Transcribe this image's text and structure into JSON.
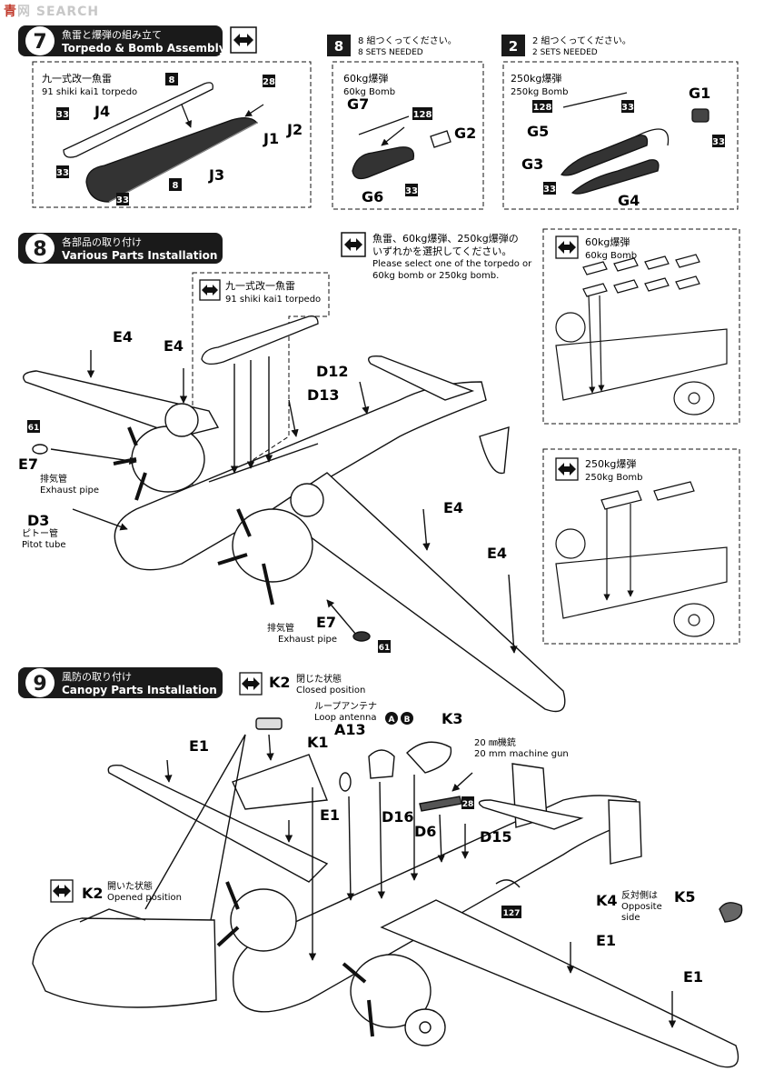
{
  "watermark": {
    "prefix": "青",
    "suffix": "网",
    "brand": "SEARCH"
  },
  "step7": {
    "number": "7",
    "title_jp": "魚雷と爆弾の組み立て",
    "title_en": "Torpedo & Bomb Assembly",
    "torpedo_label_jp": "九一式改一魚雷",
    "torpedo_label_en": "91 shiki kai1 torpedo",
    "torpedo_parts": [
      "J4",
      "J3",
      "J1",
      "J2"
    ],
    "callouts": [
      "8",
      "28",
      "33",
      "33",
      "8",
      "33"
    ],
    "bomb60_multiplier": "8",
    "bomb60_sets_jp": "8 組つくってください。",
    "bomb60_sets_en": "8 SETS NEEDED",
    "bomb60_label_jp": "60kg爆弾",
    "bomb60_label_en": "60kg Bomb",
    "bomb60_parts": [
      "G7",
      "G2",
      "G6"
    ],
    "bomb60_callouts": [
      "128",
      "33"
    ],
    "bomb250_multiplier": "2",
    "bomb250_sets_jp": "2 組つくってください。",
    "bomb250_sets_en": "2 SETS NEEDED",
    "bomb250_label_jp": "250kg爆弾",
    "bomb250_label_en": "250kg Bomb",
    "bomb250_parts": [
      "G1",
      "G5",
      "G3",
      "G4"
    ],
    "bomb250_callouts": [
      "128",
      "33",
      "33",
      "33"
    ]
  },
  "step8": {
    "number": "8",
    "title_jp": "各部品の取り付け",
    "title_en": "Various Parts Installation",
    "select_jp_1": "魚雷、60kg爆弾、250kg爆弾の",
    "select_jp_2": "いずれかを選択してください。",
    "select_en_1": "Please select one of the torpedo or",
    "select_en_2": "60kg bomb or 250kg bomb.",
    "torpedo_label_jp": "九一式改一魚雷",
    "torpedo_label_en": "91 shiki kai1 torpedo",
    "bomb60_label_jp": "60kg爆弾",
    "bomb60_label_en": "60kg Bomb",
    "bomb250_label_jp": "250kg爆弾",
    "bomb250_label_en": "250kg Bomb",
    "parts": [
      "E4",
      "E4",
      "D12",
      "D13",
      "E7",
      "D3",
      "E4",
      "E4",
      "E7"
    ],
    "callouts": [
      "61",
      "61"
    ],
    "exhaust_jp": "排気管",
    "exhaust_en": "Exhaust pipe",
    "pitot_jp": "ピトー管",
    "pitot_en": "Pitot tube"
  },
  "step9": {
    "number": "9",
    "title_jp": "風防の取り付け",
    "title_en": "Canopy Parts Installation",
    "k2_closed_part": "K2",
    "k2_closed_jp": "閉じた状態",
    "k2_closed_en": "Closed position",
    "loop_antenna_jp": "ループアンテナ",
    "loop_antenna_en": "Loop antenna",
    "option_a": "A",
    "option_b": "B",
    "gun_jp": "20 ㎜機銃",
    "gun_en": "20 mm machine gun",
    "parts": [
      "E1",
      "K1",
      "A13",
      "K3",
      "E1",
      "D16",
      "D6",
      "D15",
      "E1",
      "E1"
    ],
    "callouts": [
      "28",
      "127"
    ],
    "k2_open_part": "K2",
    "k2_open_jp": "開いた状態",
    "k2_open_en": "Opened position",
    "k4_part": "K4",
    "k5_jp": "反対側は",
    "k5_part": "K5",
    "k5_en_1": "Opposite",
    "k5_en_2": "side"
  }
}
